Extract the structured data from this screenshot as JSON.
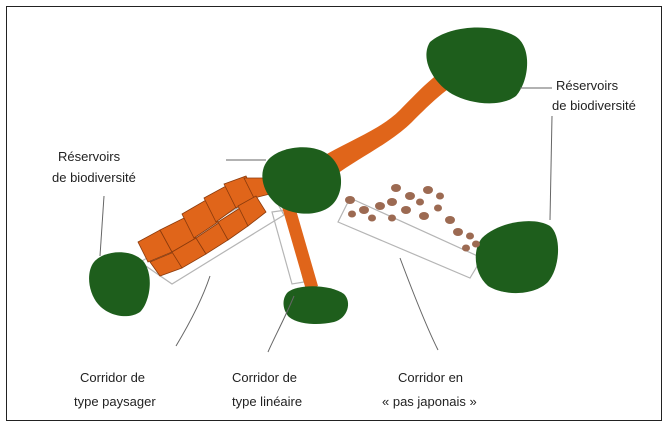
{
  "labels": {
    "reservoirs_right_line1": "Réservoirs",
    "reservoirs_right_line2": "de biodiversité",
    "reservoirs_left_line1": "Réservoirs",
    "reservoirs_left_line2": "de biodiversité",
    "corridor_paysager_line1": "Corridor de",
    "corridor_paysager_line2": "type paysager",
    "corridor_lineaire_line1": "Corridor de",
    "corridor_lineaire_line2": "type linéaire",
    "corridor_japonais_line1": "Corridor en",
    "corridor_japonais_line2": "« pas japonais »"
  },
  "colors": {
    "reservoir": "#1e5e1c",
    "corridor": "#e0651a",
    "stepping_stone": "#9c6a52",
    "line": "#666666"
  }
}
